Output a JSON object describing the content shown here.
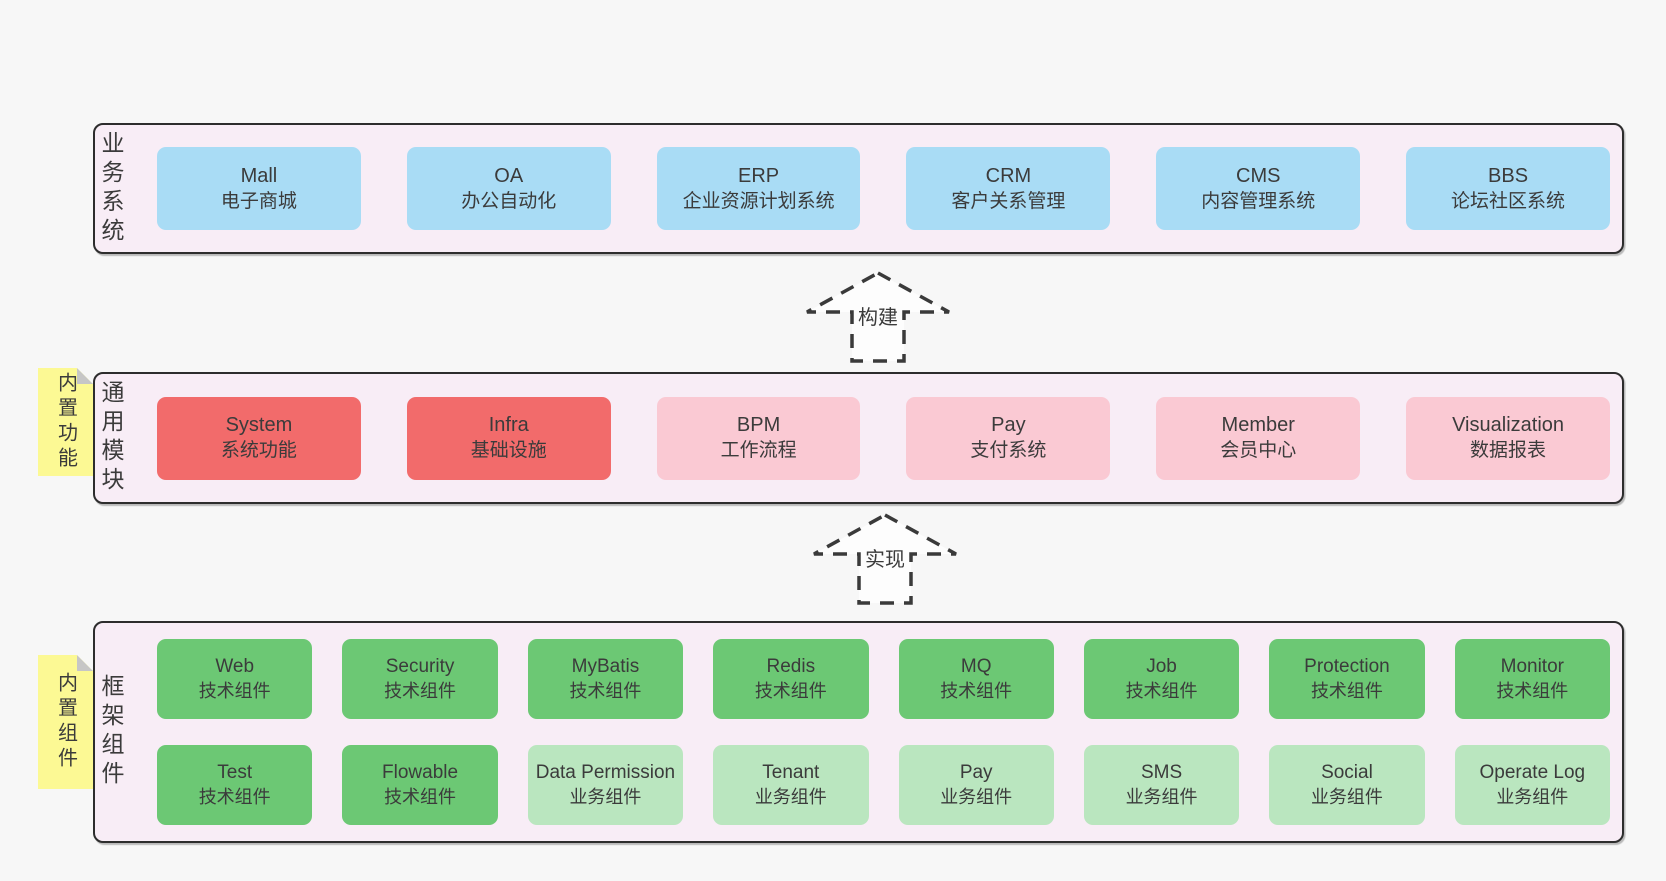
{
  "colors": {
    "page_bg": "#f7f7f7",
    "band_bg": "#f8edf6",
    "border": "#2d2d2d",
    "text": "#3b3b3b",
    "blue": "#a9dcf5",
    "red": "#f26b6b",
    "pink": "#fac9d3",
    "green": "#6cc874",
    "lightgreen": "#bae6bf",
    "sticky": "#fcf994",
    "arrow_stroke": "#3a3a3a",
    "arrow_fill": "#fdfdfd"
  },
  "bands": [
    {
      "key": "business-systems",
      "label": "业务系统",
      "rows": [
        [
          {
            "en": "Mall",
            "zh": "电子商城",
            "style": "blue"
          },
          {
            "en": "OA",
            "zh": "办公自动化",
            "style": "blue"
          },
          {
            "en": "ERP",
            "zh": "企业资源计划系统",
            "style": "blue"
          },
          {
            "en": "CRM",
            "zh": "客户关系管理",
            "style": "blue"
          },
          {
            "en": "CMS",
            "zh": "内容管理系统",
            "style": "blue"
          },
          {
            "en": "BBS",
            "zh": "论坛社区系统",
            "style": "blue"
          }
        ]
      ]
    },
    {
      "key": "common-modules",
      "label": "通用模块",
      "rows": [
        [
          {
            "en": "System",
            "zh": "系统功能",
            "style": "red"
          },
          {
            "en": "Infra",
            "zh": "基础设施",
            "style": "red"
          },
          {
            "en": "BPM",
            "zh": "工作流程",
            "style": "pink"
          },
          {
            "en": "Pay",
            "zh": "支付系统",
            "style": "pink"
          },
          {
            "en": "Member",
            "zh": "会员中心",
            "style": "pink"
          },
          {
            "en": "Visualization",
            "zh": "数据报表",
            "style": "pink"
          }
        ]
      ]
    },
    {
      "key": "framework-components",
      "label": "框架组件",
      "rows": [
        [
          {
            "en": "Web",
            "zh": "技术组件",
            "style": "green"
          },
          {
            "en": "Security",
            "zh": "技术组件",
            "style": "green"
          },
          {
            "en": "MyBatis",
            "zh": "技术组件",
            "style": "green"
          },
          {
            "en": "Redis",
            "zh": "技术组件",
            "style": "green"
          },
          {
            "en": "MQ",
            "zh": "技术组件",
            "style": "green"
          },
          {
            "en": "Job",
            "zh": "技术组件",
            "style": "green"
          },
          {
            "en": "Protection",
            "zh": "技术组件",
            "style": "green"
          },
          {
            "en": "Monitor",
            "zh": "技术组件",
            "style": "green"
          }
        ],
        [
          {
            "en": "Test",
            "zh": "技术组件",
            "style": "green"
          },
          {
            "en": "Flowable",
            "zh": "技术组件",
            "style": "green"
          },
          {
            "en": "Data Permission",
            "zh": "业务组件",
            "style": "lightgreen"
          },
          {
            "en": "Tenant",
            "zh": "业务组件",
            "style": "lightgreen"
          },
          {
            "en": "Pay",
            "zh": "业务组件",
            "style": "lightgreen"
          },
          {
            "en": "SMS",
            "zh": "业务组件",
            "style": "lightgreen"
          },
          {
            "en": "Social",
            "zh": "业务组件",
            "style": "lightgreen"
          },
          {
            "en": "Operate Log",
            "zh": "业务组件",
            "style": "lightgreen"
          }
        ]
      ]
    }
  ],
  "stickies": [
    {
      "text": "内置功能"
    },
    {
      "text": "内置组件"
    }
  ],
  "arrows": [
    {
      "label": "构建"
    },
    {
      "label": "实现"
    }
  ]
}
